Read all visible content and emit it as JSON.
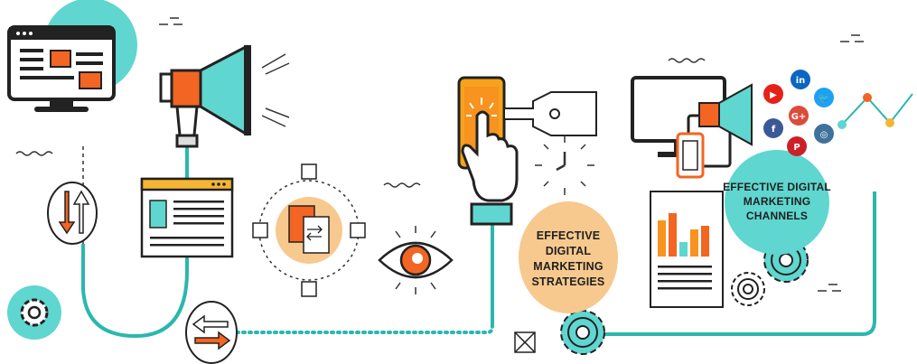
{
  "labels": {
    "strategies": [
      "EFFECTIVE",
      "DIGITAL",
      "MARKETING",
      "STRATEGIES"
    ],
    "channels": [
      "EFFECTIVE DIGITAL",
      "MARKETING",
      "CHANNELS"
    ]
  },
  "social_icons": [
    {
      "name": "linkedin-icon",
      "glyph": "in",
      "color": "#0a66c2"
    },
    {
      "name": "youtube-icon",
      "glyph": "▶",
      "color": "#e62117"
    },
    {
      "name": "twitter-icon",
      "glyph": "🐦",
      "color": "#1da1f2"
    },
    {
      "name": "google-plus-icon",
      "glyph": "G+",
      "color": "#dd4b39"
    },
    {
      "name": "facebook-icon",
      "glyph": "f",
      "color": "#3b5998"
    },
    {
      "name": "instagram-icon",
      "glyph": "◎",
      "color": "#3f729b"
    },
    {
      "name": "pinterest-icon",
      "glyph": "P",
      "color": "#cb2027"
    }
  ],
  "colors": {
    "teal": "#5fd6cf",
    "teal_dark": "#2bb7ae",
    "orange": "#f26522",
    "peach": "#f7c98e",
    "outline": "#222222"
  }
}
